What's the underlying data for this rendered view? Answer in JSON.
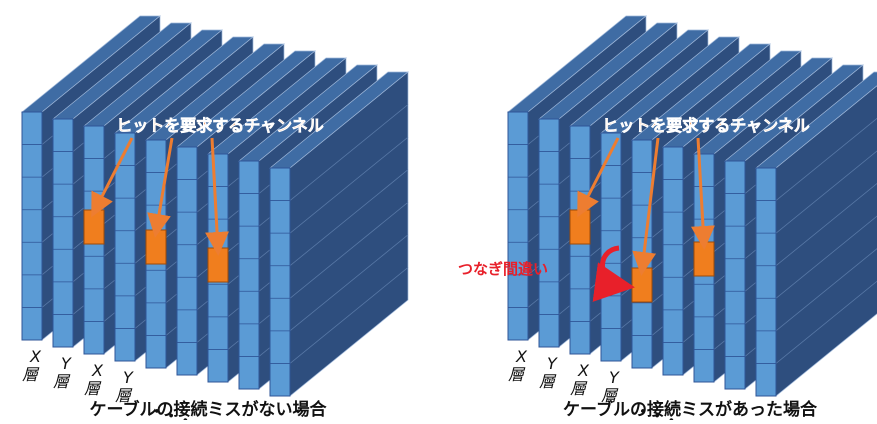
{
  "diagrams": [
    {
      "id": "no-miswiring",
      "caption": "ケーブルの接続ミスがない場合",
      "channel_label": "ヒットを要求するチャンネル",
      "layer_labels": [
        {
          "axis": "X",
          "char": "層"
        },
        {
          "axis": "Y",
          "char": "層"
        },
        {
          "axis": "X",
          "char": "層"
        },
        {
          "axis": "Y",
          "char": "層"
        }
      ],
      "ellipsis": "・・・・・",
      "miswire_label": null
    },
    {
      "id": "with-miswiring",
      "caption": "ケーブルの接続ミスがあった場合",
      "channel_label": "ヒットを要求するチャンネル",
      "layer_labels": [
        {
          "axis": "X",
          "char": "層"
        },
        {
          "axis": "Y",
          "char": "層"
        },
        {
          "axis": "X",
          "char": "層"
        },
        {
          "axis": "Y",
          "char": "層"
        }
      ],
      "ellipsis": "・・・・・",
      "miswire_label": "つなぎ間違い"
    }
  ],
  "colors": {
    "front_face": "#5B9BD5",
    "side_face": "#2E4E7E",
    "top_face": "#3F6CA4",
    "hit_highlight": "#F07E1E",
    "arrow_orange": "#ED7D31",
    "miswire_red": "#E8202A"
  }
}
